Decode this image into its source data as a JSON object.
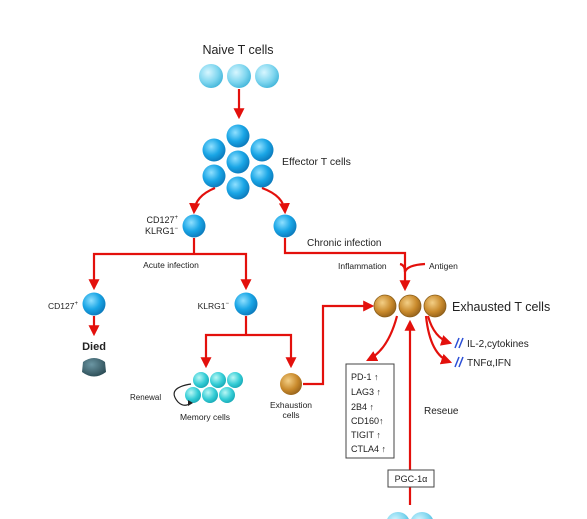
{
  "labels": {
    "naive": "Naive T cells",
    "effector": "Effector T cells",
    "cd127_top": "CD127",
    "cd127_top_sup": "+",
    "klrg1_top": "KLRG1",
    "klrg1_top_sup": "−",
    "chronic": "Chronic infection",
    "acute": "Acute infection",
    "inflammation": "Inflammation",
    "antigen": "Antigen",
    "cd127_left": "CD127",
    "cd127_left_sup": "+",
    "klrg1_mid": "KLRG1",
    "klrg1_mid_sup": "−",
    "died": "Died",
    "renewal": "Renewal",
    "memory": "Memory cells",
    "exhaustion_1": "Exhaustion",
    "exhaustion_2": "cells",
    "exhausted": "Exhausted T cells",
    "il2": "IL-2,cytokines",
    "tnf": "TNFα,IFN",
    "rescue": "Reseue",
    "pgc": "PGC-1α"
  },
  "markers": [
    "PD-1 ↑",
    "LAG3 ↑",
    "2B4 ↑",
    "CD160↑",
    "TIGIT ↑",
    "CTLA4 ↑"
  ],
  "colors": {
    "arrow": "#e3100c",
    "blue_cell": "#1aa6e6",
    "naive_cell": "#7fd6ef",
    "memory_cell": "#35cdd6",
    "exhausted_cell": "#c98a2c",
    "died_cell": "#355e6a",
    "inhibit": "#2b4fd6"
  }
}
